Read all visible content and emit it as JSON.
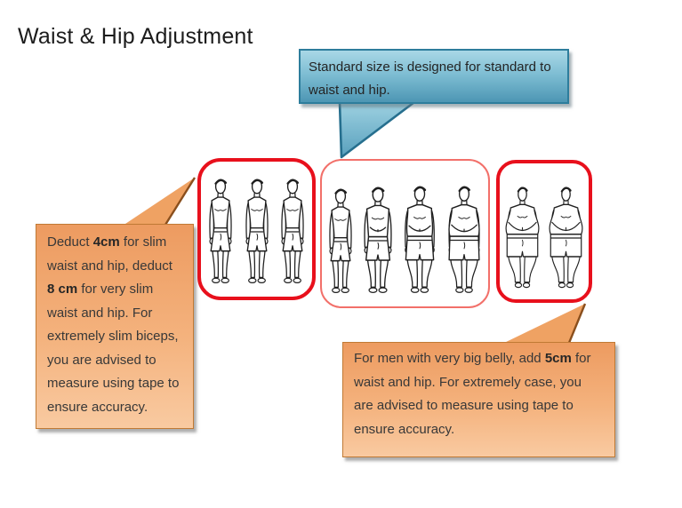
{
  "title": "Waist & Hip Adjustment",
  "callouts": {
    "standard": {
      "segments": [
        {
          "text": "Standard size is designed for standard to waist and hip."
        }
      ]
    },
    "slim": {
      "segments": [
        {
          "text": "Deduct "
        },
        {
          "text": "4cm",
          "bold": true
        },
        {
          "text": " for slim waist and hip, deduct "
        },
        {
          "text": "8 cm",
          "bold": true
        },
        {
          "text": " for very slim waist and hip. For extremely slim biceps, you are advised to measure using tape to ensure accuracy."
        }
      ]
    },
    "big_belly": {
      "segments": [
        {
          "text": "For men with very big belly, add "
        },
        {
          "text": "5cm",
          "bold": true
        },
        {
          "text": " for waist and hip. For extremely case, you are advised to measure using tape to ensure accuracy."
        }
      ]
    }
  },
  "figure_groups": [
    {
      "name": "slim",
      "figures": [
        "slim",
        "slim",
        "slim"
      ]
    },
    {
      "name": "standard",
      "figures": [
        "slim",
        "medium",
        "heavy",
        "heavier"
      ]
    },
    {
      "name": "very-big-belly",
      "figures": [
        "obese",
        "obese"
      ]
    }
  ],
  "colors": {
    "group_border_strong": "#e8101c",
    "group_border_mid": "#f2706a",
    "blue_callout_top": "#a9d8e6",
    "blue_callout_bottom": "#4d96b4",
    "blue_callout_border": "#2d7d9c",
    "orange_callout_top": "#ed9b60",
    "orange_callout_bottom": "#f9caa1",
    "orange_callout_border": "#c07a35",
    "text": "#383838"
  }
}
